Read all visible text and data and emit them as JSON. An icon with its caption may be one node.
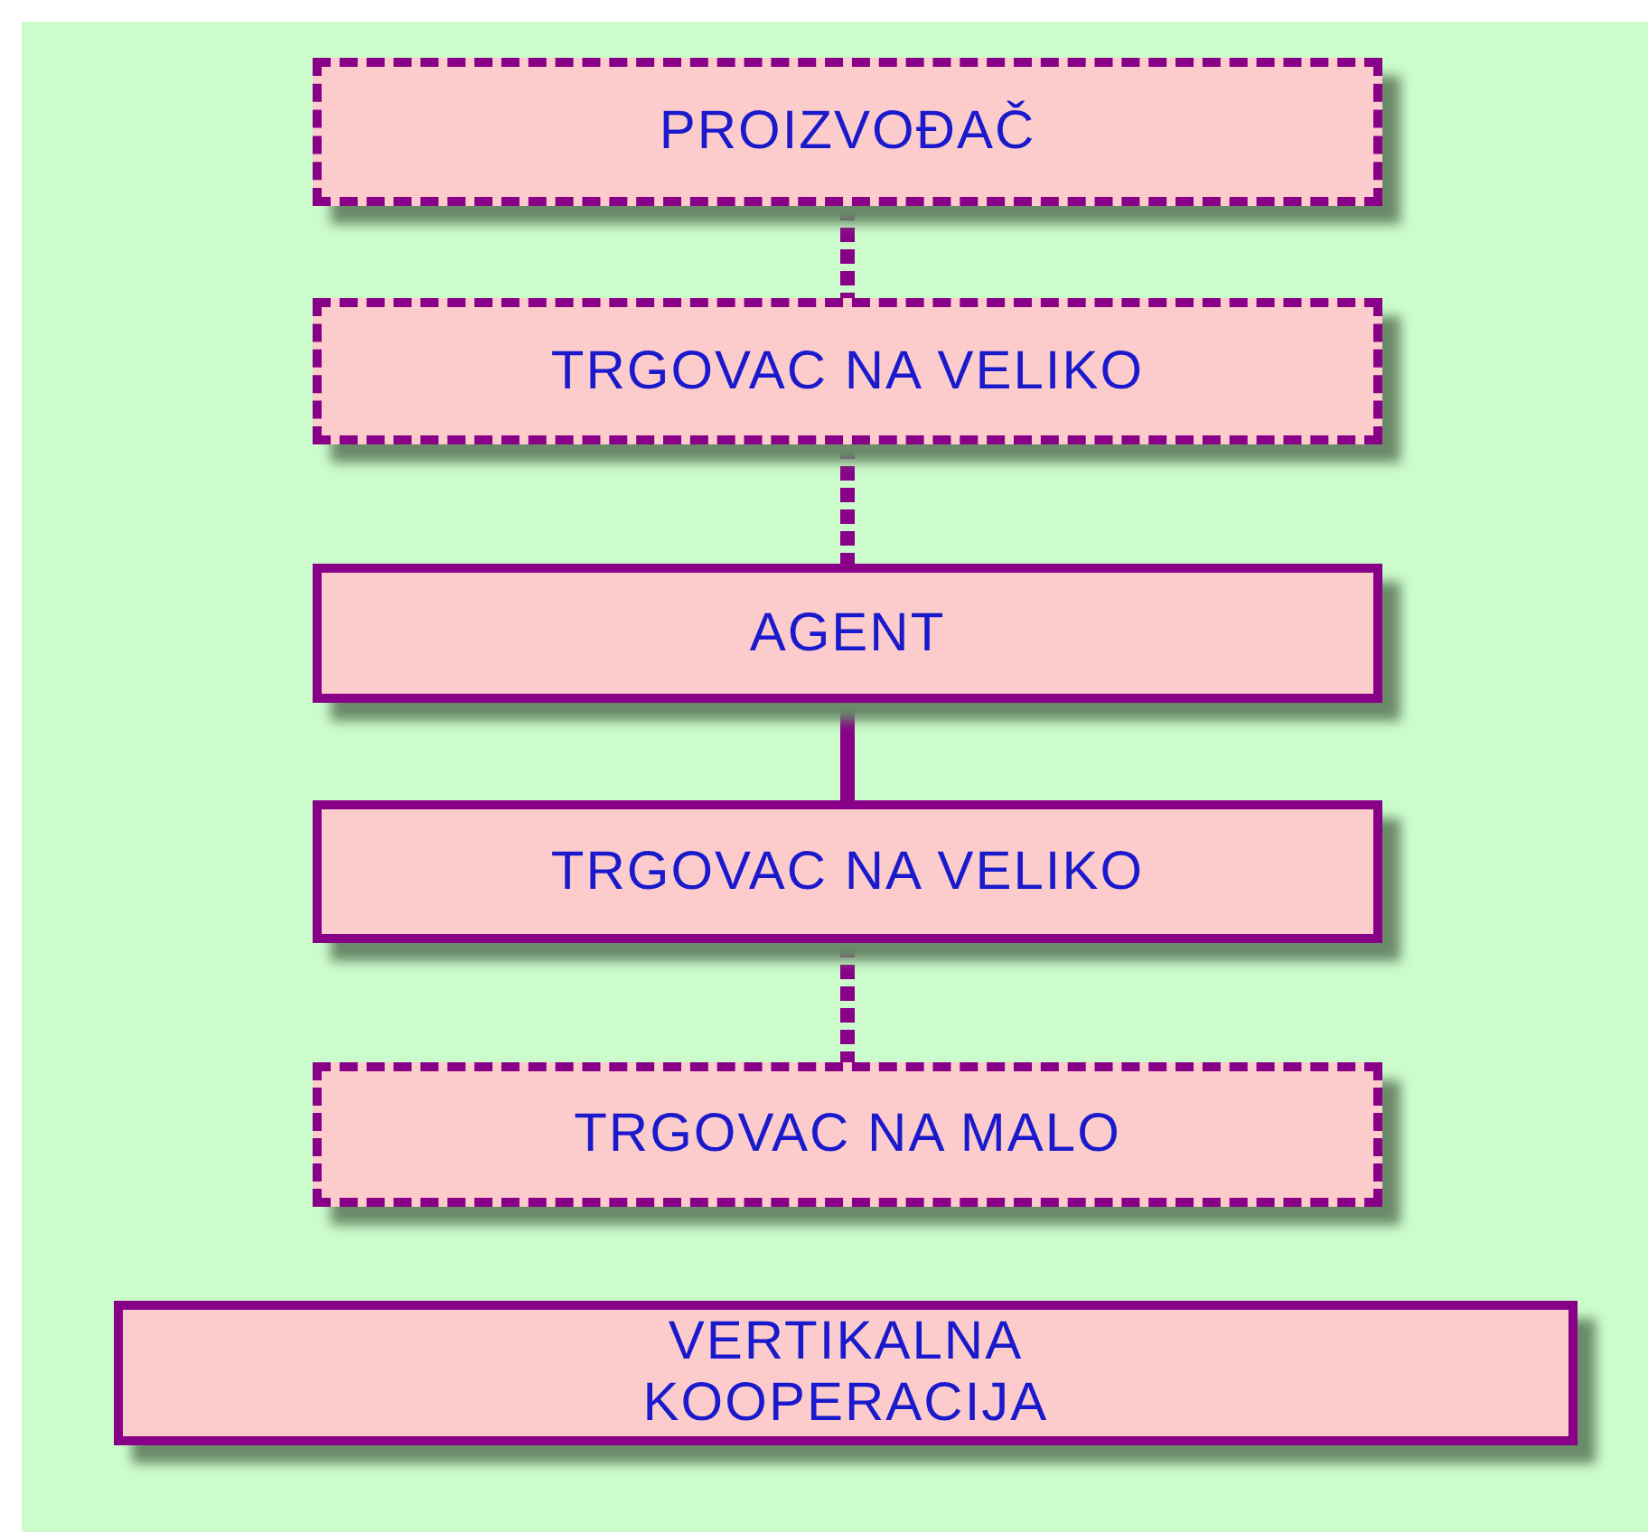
{
  "diagram": {
    "nodes": [
      {
        "text": [
          "PROIZVOĐAČ"
        ]
      },
      {
        "text": [
          "TRGOVAC NA VELIKO"
        ]
      },
      {
        "text": [
          "AGENT"
        ]
      },
      {
        "text": [
          "TRGOVAC NA VELIKO"
        ]
      },
      {
        "text": [
          "TRGOVAC NA MALO"
        ]
      },
      {
        "text": [
          "VERTIKALNA KOOPERACIJA"
        ]
      }
    ],
    "edges": [
      {
        "from": 0,
        "to": 1,
        "arrow": "none",
        "style": "dashed"
      },
      {
        "from": 1,
        "to": 2,
        "arrow": "none",
        "style": "dashed"
      },
      {
        "from": 2,
        "to": 3,
        "arrow": "none"
      },
      {
        "from": 3,
        "to": 4,
        "arrow": "none",
        "style": "dashed"
      }
    ]
  }
}
